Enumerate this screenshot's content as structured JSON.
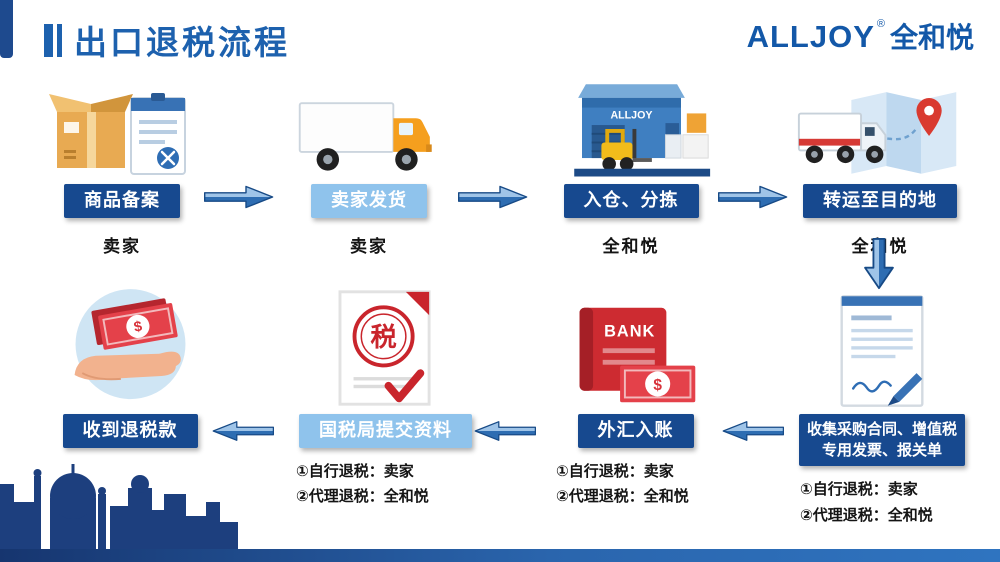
{
  "header": {
    "title": "出口退税流程",
    "logo_brand": "ALLJOY",
    "logo_reg": "®",
    "logo_cn": "全和悦"
  },
  "top_steps": [
    {
      "label": "商品备案",
      "actor": "卖家",
      "icon": "package-clipboard-icon"
    },
    {
      "label": "卖家发货",
      "actor": "卖家",
      "icon": "delivery-truck-icon"
    },
    {
      "label": "入仓、分拣",
      "actor": "全和悦",
      "icon": "warehouse-forklift-icon"
    },
    {
      "label": "转运至目的地",
      "actor": "全和悦",
      "icon": "truck-route-map-icon"
    }
  ],
  "bottom_steps": [
    {
      "label": "收集采购合同、增值税专用发票、报关单",
      "icon": "documents-contract-icon",
      "notes": [
        "①自行退税：卖家",
        "②代理退税：全和悦"
      ]
    },
    {
      "label": "外汇入账",
      "icon": "bank-passbook-money-icon",
      "notes": [
        "①自行退税：卖家",
        "②代理退税：全和悦"
      ]
    },
    {
      "label": "国税局提交资料",
      "icon": "tax-bureau-document-icon",
      "notes": [
        "①自行退税：卖家",
        "②代理退税：全和悦"
      ]
    },
    {
      "label": "收到退税款",
      "icon": "hand-receiving-money-icon",
      "notes": []
    }
  ],
  "icon_texts": {
    "warehouse_sign": "ALLJOY",
    "bank": "BANK",
    "tax_seal": "税",
    "dollar": "$"
  },
  "colors": {
    "primary_blue": "#17498f",
    "light_blue": "#8fc3ec",
    "accent_red": "#c9252c",
    "title_blue": "#1d61ae"
  }
}
